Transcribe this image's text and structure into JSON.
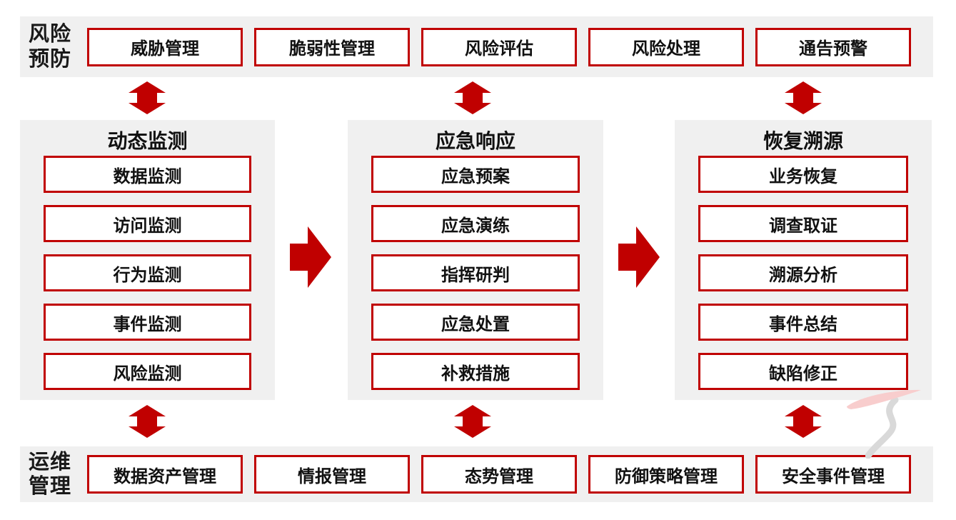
{
  "palette": {
    "red": "#C00000",
    "panel_bg": "#F0F0F0",
    "box_bg": "#FFFFFF",
    "text": "#111111",
    "deco_pink": "#F8CDCD",
    "deco_gray": "#D9D9D9"
  },
  "top_row": {
    "label": "风险预防",
    "items": [
      "威胁管理",
      "脆弱性管理",
      "风险评估",
      "风险处理",
      "通告预警"
    ]
  },
  "middle": {
    "columns": [
      {
        "title": "动态监测",
        "items": [
          "数据监测",
          "访问监测",
          "行为监测",
          "事件监测",
          "风险监测"
        ]
      },
      {
        "title": "应急响应",
        "items": [
          "应急预案",
          "应急演练",
          "指挥研判",
          "应急处置",
          "补救措施"
        ]
      },
      {
        "title": "恢复溯源",
        "items": [
          "业务恢复",
          "调查取证",
          "溯源分析",
          "事件总结",
          "缺陷修正"
        ]
      }
    ]
  },
  "bottom_row": {
    "label": "运维管理",
    "items": [
      "数据资产管理",
      "情报管理",
      "态势管理",
      "防御策略管理",
      "安全事件管理"
    ]
  }
}
